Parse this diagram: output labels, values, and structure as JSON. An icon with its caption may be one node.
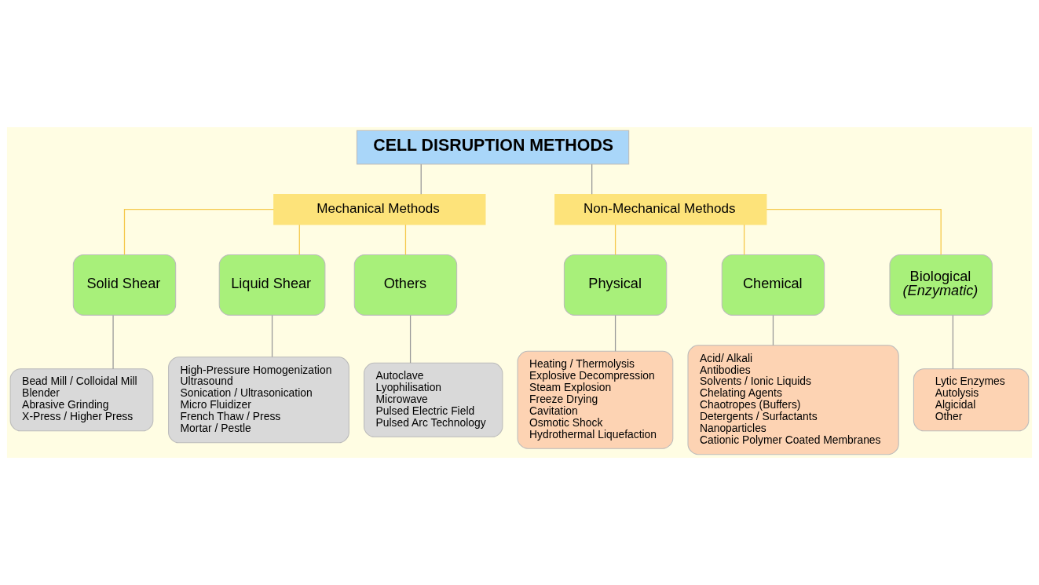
{
  "diagram": {
    "nodes": [
      {
        "text": [
          "CELL DISRUPTION METHODS"
        ]
      },
      {
        "text": [
          "Mechanical Methods"
        ]
      },
      {
        "text": [
          "Non-Mechanical Methods"
        ]
      },
      {
        "text": [
          "Solid Shear"
        ]
      },
      {
        "text": [
          "Liquid Shear"
        ]
      },
      {
        "text": [
          "Others"
        ]
      },
      {
        "text": [
          "Physical"
        ]
      },
      {
        "text": [
          "Chemical"
        ]
      },
      {
        "text": [
          "Biological",
          "(Enzymatic)"
        ]
      },
      {
        "text": [
          "Bead Mill / Colloidal Mill",
          "Blender",
          "Abrasive Grinding",
          "X-Press / Higher Press"
        ]
      },
      {
        "text": [
          "High-Pressure Homogenization",
          "Ultrasound",
          "Sonication / Ultrasonication",
          "Micro Fluidizer",
          "French Thaw / Press",
          "Mortar / Pestle"
        ]
      },
      {
        "text": [
          "Autoclave",
          "Lyophilisation",
          "Microwave",
          "Pulsed Electric Field",
          "Pulsed Arc Technology"
        ]
      },
      {
        "text": [
          "Heating / Thermolysis",
          "Explosive Decompression",
          "Steam Explosion",
          "Freeze Drying",
          "Cavitation",
          "Osmotic Shock",
          "Hydrothermal Liquefaction"
        ]
      },
      {
        "text": [
          "Acid/ Alkali",
          "Antibodies",
          "Solvents / Ionic Liquids",
          "Chelating Agents",
          "Chaotropes (Buffers)",
          "Detergents / Surfactants",
          "Nanoparticles",
          "Cationic Polymer Coated Membranes"
        ]
      },
      {
        "text": [
          "Lytic Enzymes",
          "Autolysis",
          "Algicidal",
          "Other"
        ]
      }
    ],
    "edges": [
      {
        "from": 0,
        "to": 1,
        "arrow": "none"
      },
      {
        "from": 0,
        "to": 2,
        "arrow": "none"
      },
      {
        "from": 1,
        "to": 3,
        "arrow": "none",
        "color": "#f5c84a"
      },
      {
        "from": 1,
        "to": 4,
        "arrow": "none",
        "color": "#f5c84a"
      },
      {
        "from": 1,
        "to": 5,
        "arrow": "none",
        "color": "#f5c84a"
      },
      {
        "from": 2,
        "to": 6,
        "arrow": "none",
        "color": "#f5c84a"
      },
      {
        "from": 2,
        "to": 7,
        "arrow": "none",
        "color": "#f5c84a"
      },
      {
        "from": 2,
        "to": 8,
        "arrow": "none",
        "color": "#f5c84a"
      },
      {
        "from": 3,
        "to": 9,
        "arrow": "none"
      },
      {
        "from": 4,
        "to": 10,
        "arrow": "none"
      },
      {
        "from": 5,
        "to": 11,
        "arrow": "none"
      },
      {
        "from": 6,
        "to": 12,
        "arrow": "none"
      },
      {
        "from": 7,
        "to": 13,
        "arrow": "none"
      },
      {
        "from": 8,
        "to": 14,
        "arrow": "none"
      }
    ]
  }
}
